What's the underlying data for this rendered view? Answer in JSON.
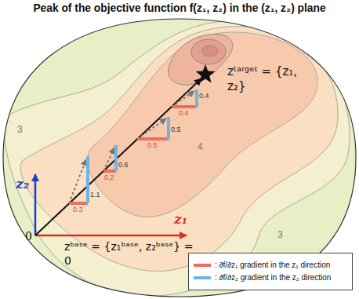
{
  "diagram": {
    "title": "Peak of the objective function f(z₁, z₂) in the (z₁, z₂) plane",
    "labels": [
      "0",
      "z₁",
      "z₂",
      "zᵗᵃʳᵍᵉᵗ = {z₁, z₂}",
      "zᵇᵃˢᵉ = {z₁ᵇᵃˢᵉ, z₂ᵇᵃˢᵉ} = 0",
      "0.3",
      "1.1",
      "0.2",
      "0.6",
      "0.5",
      "0.5",
      "0.4",
      "0.4",
      "4",
      "3",
      "3"
    ],
    "legend": [
      {
        "text": ": ∂f/∂z₁ gradient in the z₁ direction",
        "color": "#f26b5b"
      },
      {
        "text": ": ∂f/∂z₂ gradient in the z₂ direction",
        "color": "#6fb3e6"
      }
    ]
  }
}
